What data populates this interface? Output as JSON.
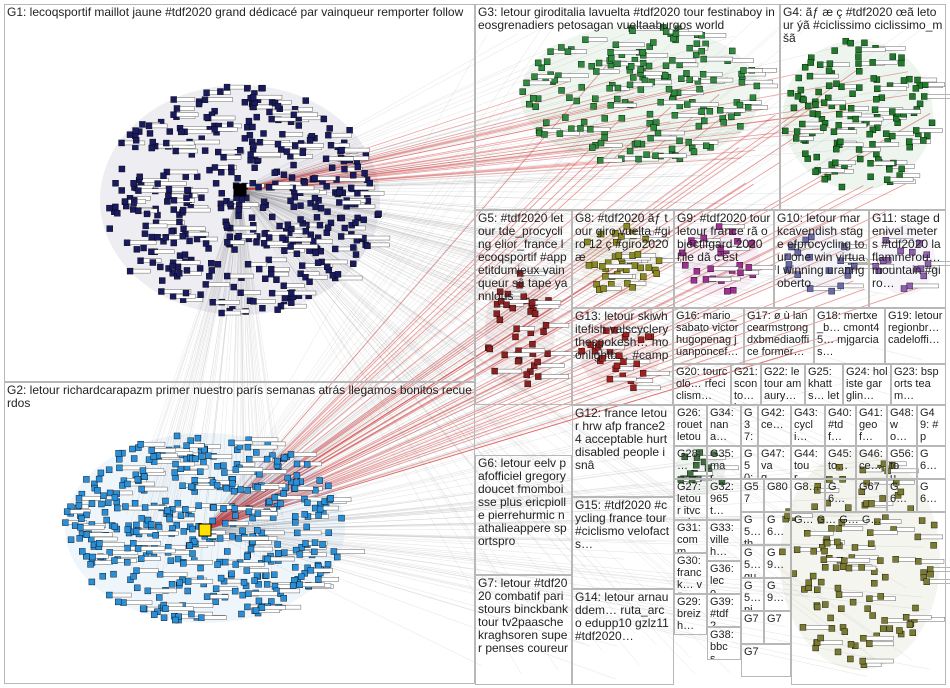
{
  "groups": [
    {
      "id": "G1",
      "label": "G1: lecoqsportif maillot jaune #tdf2020 grand dédicacé par vainqueur remporter follow",
      "size": "large"
    },
    {
      "id": "G2",
      "label": "G2: letour richardcarapazm primer nuestro parís semanas atrás llegamos bonitos recuerdos",
      "size": "large"
    },
    {
      "id": "G3",
      "label": "G3: letour giroditalia lavuelta #tdf2020 tour festinaboy ineosgrenadiers petosagan vueltaaburgos world",
      "size": "large"
    },
    {
      "id": "G4",
      "label": "G4: ãƒ æ ç #tdf2020 œã letour ýã #ciclissimo ciclissimo_m šã",
      "size": "large"
    },
    {
      "id": "G5",
      "label": "G5: #tdf2020 letour tde_procycling elior_france lecoqsportif #appetitdumieux vainqueur sâ tape yannlous",
      "size": "large"
    },
    {
      "id": "G6",
      "label": "G6: letour eelv pafofficiel gregorydoucet fmomboisse plus ericpiolle pierrehurmic nathalieappere sportspro",
      "size": "large"
    },
    {
      "id": "G7",
      "label": "G7: letour #tdf2020 combatif paristours binckbanktour tv2paasche kraghsoren super penses coureur",
      "size": "large"
    },
    {
      "id": "G8",
      "label": "G8: #tdf2020 ãƒ tour giro vuelta #giro 12 ç #giro2020 æ",
      "size": "large"
    },
    {
      "id": "G9",
      "label": "G9: #tdf2020 tour letour france rã objectifgard 2020 l'ile dã c'est",
      "size": "large"
    },
    {
      "id": "G10",
      "label": "G10: letour markcavendish stage efprocycling tour one win virtual winning uranrigoberto",
      "size": "large"
    },
    {
      "id": "G11",
      "label": "G11: stage denivel meters #tdf2020 laflammerou… mountain #giro…",
      "size": "large"
    },
    {
      "id": "G12",
      "label": "G12: france letour hrw afp france24 acceptable hurt disabled people isnâ",
      "size": "large"
    },
    {
      "id": "G13",
      "label": "G13: letour skiwhitefish valscyclery thespokesh… moonlightb… #camp",
      "size": "large"
    },
    {
      "id": "G14",
      "label": "G14: letour arnauddem… ruta_arco edupp10 gzlz11 #tdf2020…",
      "size": "large"
    },
    {
      "id": "G15",
      "label": "G15: #tdf2020 #cycling france tour #ciclismo velofacts…",
      "size": "large"
    },
    {
      "id": "G16",
      "label": "G16: mario_sabato victorhugopenag juanponcef…",
      "size": "small"
    },
    {
      "id": "G17",
      "label": "G17: ø ù lancearmstrong dxbmediaoffice former…",
      "size": "small"
    },
    {
      "id": "G18",
      "label": "G18: mertxe_b… cmont45… mjgarcias…",
      "size": "small"
    },
    {
      "id": "G19",
      "label": "G19: letour regionbr… cadeloffi…",
      "size": "small"
    },
    {
      "id": "G20",
      "label": "G20: tourcolo… rfeciclism…",
      "size": "small"
    },
    {
      "id": "G21",
      "label": "G21: sconto… letour…",
      "size": "small"
    },
    {
      "id": "G22",
      "label": "G22: letour amaury…",
      "size": "small"
    },
    {
      "id": "G23",
      "label": "G23: bsports team…",
      "size": "small"
    },
    {
      "id": "G24",
      "label": "G24: holiste garglin…",
      "size": "small"
    },
    {
      "id": "G25",
      "label": "G25: khatts… letour…",
      "size": "small"
    },
    {
      "id": "G26",
      "label": "G26: rouet letour…",
      "size": "small"
    },
    {
      "id": "G27",
      "label": "G27: letour itvcycl…",
      "size": "small"
    },
    {
      "id": "G28",
      "label": "G28: …",
      "size": "small"
    },
    {
      "id": "G29",
      "label": "G29: breizh…",
      "size": "small"
    },
    {
      "id": "G30",
      "label": "G30: franck… vä…",
      "size": "small"
    },
    {
      "id": "G31",
      "label": "G31: comm…",
      "size": "small"
    },
    {
      "id": "G32",
      "label": "G32: 965t… …",
      "size": "small"
    },
    {
      "id": "G33",
      "label": "G33: villeh…",
      "size": "small"
    },
    {
      "id": "G34",
      "label": "G34: nana…",
      "size": "small"
    },
    {
      "id": "G35",
      "label": "G35: mar…",
      "size": "small"
    },
    {
      "id": "G36",
      "label": "G36: leco…",
      "size": "small"
    },
    {
      "id": "G37",
      "label": "G37: …",
      "size": "small"
    },
    {
      "id": "G38",
      "label": "G38: bbcs…",
      "size": "small"
    },
    {
      "id": "G39",
      "label": "G39: #tdf2…",
      "size": "small"
    },
    {
      "id": "G40",
      "label": "G40: #tdf…",
      "size": "small"
    },
    {
      "id": "G41",
      "label": "G41: geof…",
      "size": "small"
    },
    {
      "id": "G42",
      "label": "G42: ce…",
      "size": "small"
    },
    {
      "id": "G43",
      "label": "G43: cycli…",
      "size": "small"
    },
    {
      "id": "G44",
      "label": "G44: tour…",
      "size": "small"
    },
    {
      "id": "G45",
      "label": "G45: to…",
      "size": "small"
    },
    {
      "id": "G46",
      "label": "G46: ce…",
      "size": "small"
    },
    {
      "id": "G47",
      "label": "G47: vag…",
      "size": "small"
    },
    {
      "id": "G48",
      "label": "G48: wo…",
      "size": "small"
    },
    {
      "id": "G49",
      "label": "G49: #po…",
      "size": "small"
    },
    {
      "id": "G50",
      "label": "G50: iwa…",
      "size": "small"
    },
    {
      "id": "G56",
      "label": "G56: tou…",
      "size": "small"
    },
    {
      "id": "G57",
      "label": "G57",
      "size": "small"
    },
    {
      "id": "G65",
      "label": "G6…",
      "size": "small"
    },
    {
      "id": "G66",
      "label": "G6…",
      "size": "small"
    },
    {
      "id": "G67",
      "label": "G67",
      "size": "small"
    },
    {
      "id": "G80",
      "label": "G80",
      "size": "small"
    },
    {
      "id": "G8x",
      "label": "G8…",
      "size": "small"
    },
    {
      "id": "G5x",
      "label": "G5… the…",
      "size": "small"
    },
    {
      "id": "G5y",
      "label": "G5… gui…",
      "size": "small"
    },
    {
      "id": "G5z",
      "label": "G5… pic…",
      "size": "small"
    },
    {
      "id": "G7x",
      "label": "G7",
      "size": "small"
    },
    {
      "id": "G7y",
      "label": "G7",
      "size": "small"
    },
    {
      "id": "G7z",
      "label": "G7",
      "size": "small"
    },
    {
      "id": "G6x",
      "label": "G6…",
      "size": "small"
    },
    {
      "id": "G6y",
      "label": "G6…",
      "size": "small"
    },
    {
      "id": "G6z",
      "label": "G6…",
      "size": "small"
    },
    {
      "id": "G9x",
      "label": "G9…",
      "size": "small"
    },
    {
      "id": "G9y",
      "label": "G9…",
      "size": "small"
    },
    {
      "id": "Gsmall",
      "label": "G… G… G… G…",
      "size": "small"
    }
  ],
  "colors": {
    "border": "#b8b8b8",
    "edge": "#9a9a9a",
    "edge_red": "#d43a3a",
    "g1_node": "#1a1a5e",
    "g2_node": "#2a8fd6",
    "g3_node": "#2e8b3e",
    "g4_node": "#1f7a2a",
    "label_bg": "#ffffff",
    "node_label_border": "#444444"
  }
}
